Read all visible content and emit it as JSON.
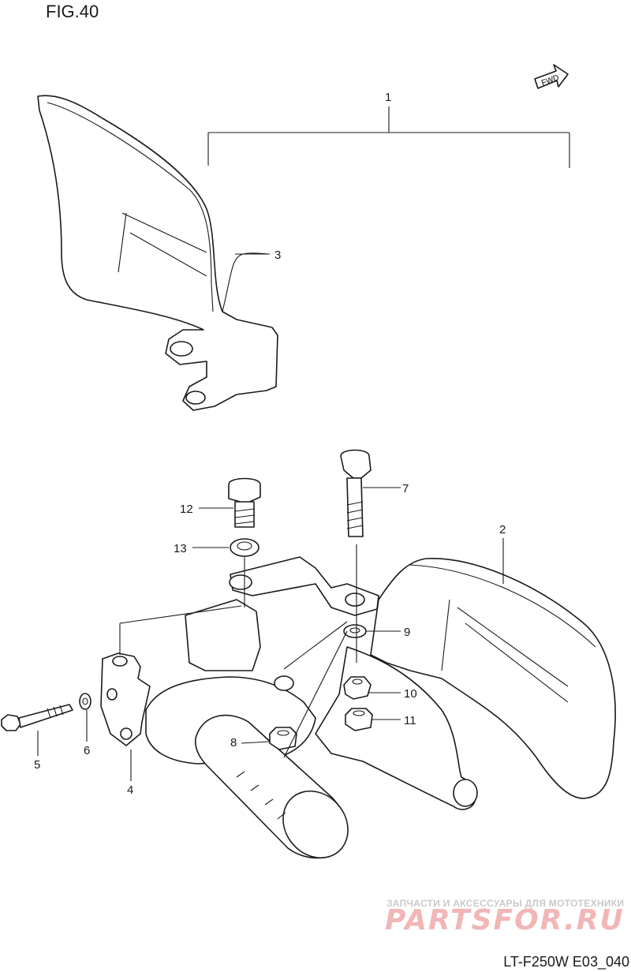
{
  "header": {
    "figure_label": "FIG.40"
  },
  "footer": {
    "code": "LT-F250W E03_040"
  },
  "watermark": {
    "tagline": "ЗАПЧАСТИ И АКСЕССУАРЫ ДЛЯ МОТОТЕХНИКИ",
    "logo": "PARTSFOR.RU"
  },
  "direction_marker": {
    "label": "FWD",
    "icon": "fwd-arrow-icon"
  },
  "callouts": {
    "c1": "1",
    "c2": "2",
    "c3": "3",
    "c4": "4",
    "c5": "5",
    "c6": "6",
    "c7": "7",
    "c8": "8",
    "c9": "9",
    "c10": "10",
    "c11": "11",
    "c12": "12",
    "c13": "13"
  },
  "colors": {
    "line": "#1a1a1a",
    "watermark_logo": "#f1b6b6",
    "watermark_text": "#c9c9c9"
  }
}
